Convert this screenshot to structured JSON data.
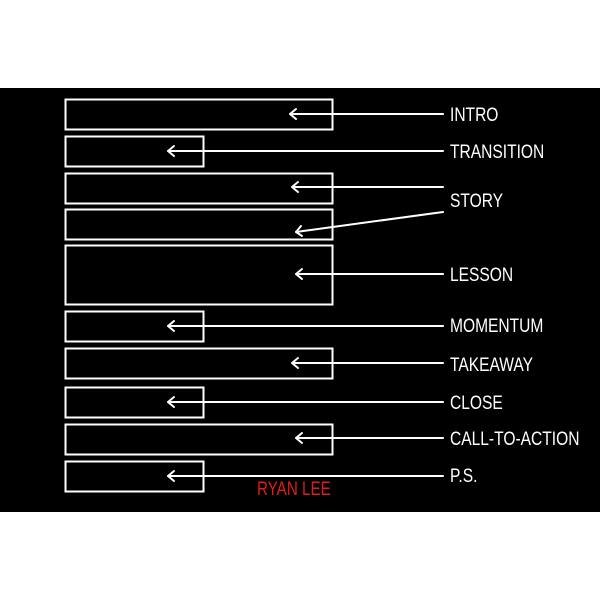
{
  "diagram": {
    "colors": {
      "background": "#000000",
      "page": "#ffffff",
      "lines": "#ffffff",
      "labels": "#ffffff",
      "credit": "#e31b1b"
    },
    "sections": [
      {
        "label": "INTRO",
        "length": "long",
        "height": "single"
      },
      {
        "label": "TRANSITION",
        "length": "short",
        "height": "single"
      },
      {
        "label": "STORY",
        "length": "long",
        "height": "double"
      },
      {
        "label": "LESSON",
        "length": "long",
        "height": "tall"
      },
      {
        "label": "MOMENTUM",
        "length": "short",
        "height": "single"
      },
      {
        "label": "TAKEAWAY",
        "length": "long",
        "height": "single"
      },
      {
        "label": "CLOSE",
        "length": "short",
        "height": "single"
      },
      {
        "label": "CALL-TO-ACTION",
        "length": "long",
        "height": "single"
      },
      {
        "label": "P.S.",
        "length": "short",
        "height": "single"
      }
    ],
    "credit": "RYAN LEE"
  }
}
